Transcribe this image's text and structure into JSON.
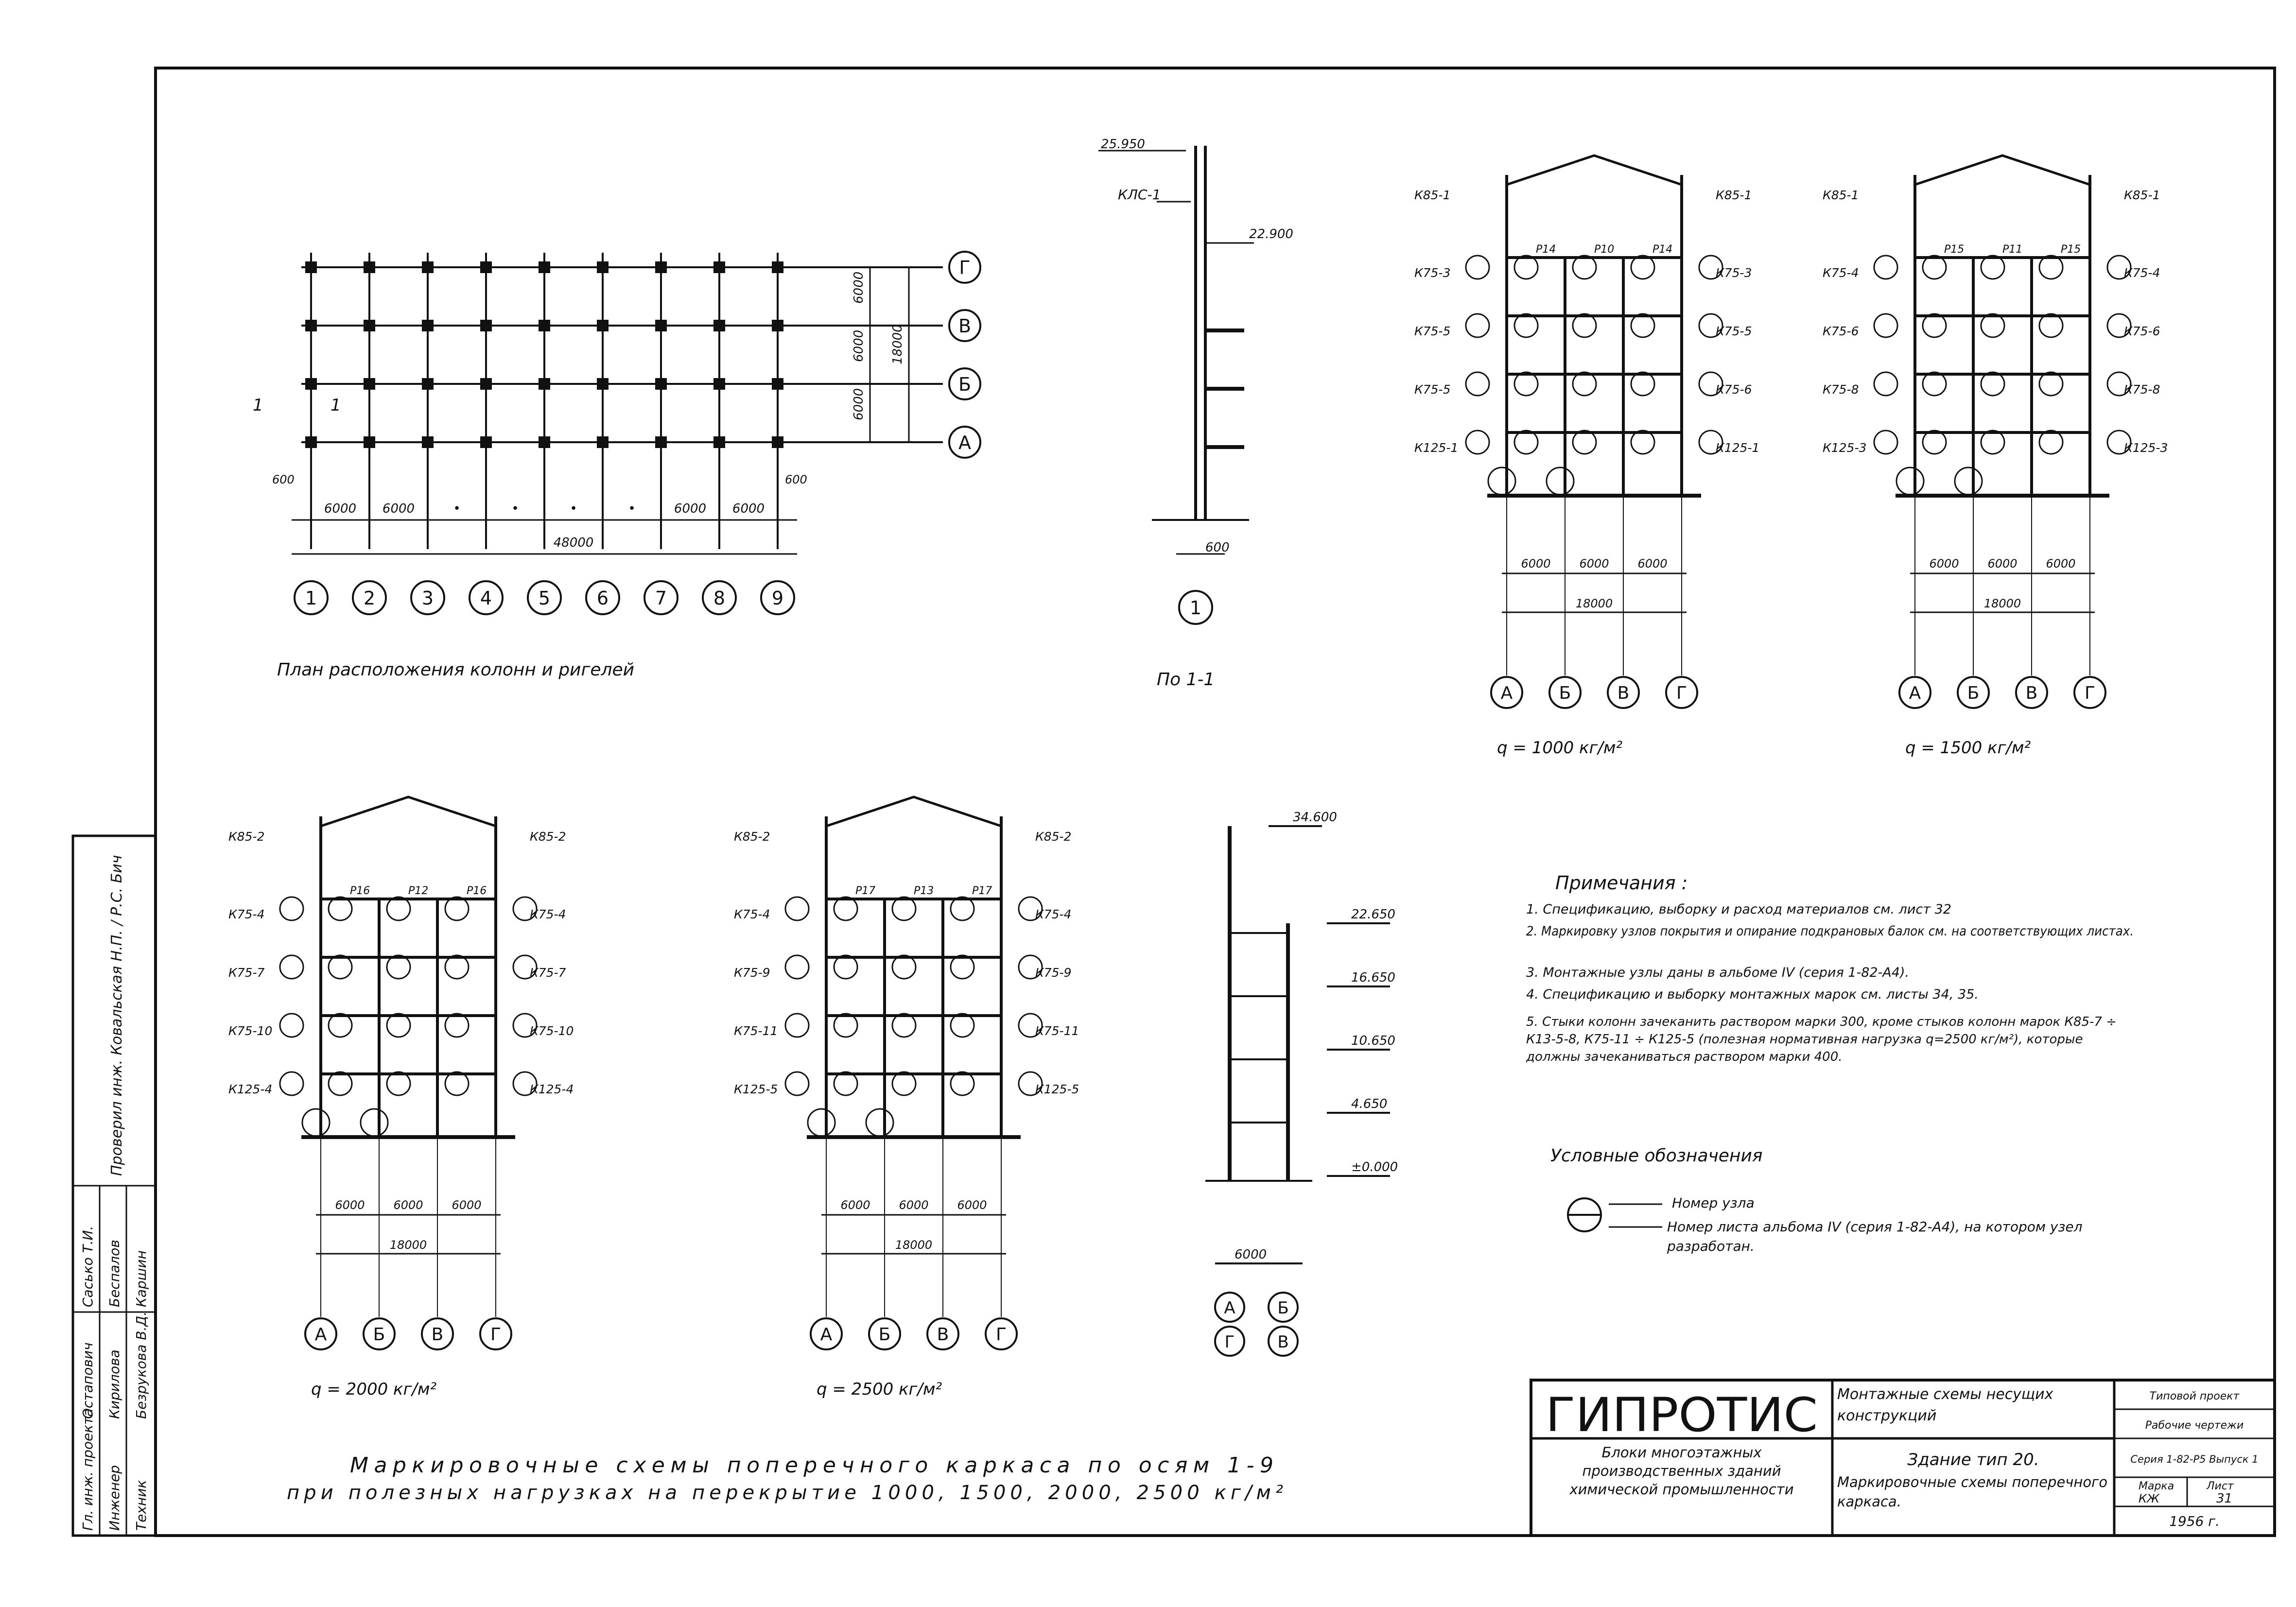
{
  "plan": {
    "title": "План расположения колонн и ригелей",
    "axes_letters": [
      "Г",
      "В",
      "Б",
      "А"
    ],
    "axes_numbers": [
      "1",
      "2",
      "3",
      "4",
      "5",
      "6",
      "7",
      "8",
      "9"
    ],
    "dims_bottom": [
      "6000",
      "6000",
      "•",
      "•",
      "•",
      "•",
      "6000",
      "6000"
    ],
    "total_length": "48000",
    "dims_right": [
      "6000",
      "6000",
      "6000"
    ],
    "total_width": "18000",
    "offset_left": "600",
    "offset_right": "600",
    "section_mark": "1"
  },
  "section11": {
    "title": "По 1-1",
    "column_label": "КЛС-1",
    "elev_top": "25.950",
    "elev_crane": "22.900",
    "dim_bottom": "600",
    "axis": "1"
  },
  "frames": [
    {
      "load": "q = 1000 кг/м²",
      "beams_top": [
        "Р14",
        "Р10",
        "Р14"
      ],
      "left_labels": [
        "К85-1",
        "К75-3",
        "К75-5",
        "К75-5",
        "К125-1"
      ],
      "right_labels": [
        "К85-1",
        "К75-3",
        "К75-5",
        "К75-6",
        "К125-1"
      ],
      "dims": [
        "6000",
        "6000",
        "6000"
      ],
      "total": "18000",
      "axes": [
        "А",
        "Б",
        "В",
        "Г"
      ]
    },
    {
      "load": "q = 1500 кг/м²",
      "beams_top": [
        "Р15",
        "Р11",
        "Р15"
      ],
      "left_labels": [
        "К85-1",
        "К75-4",
        "К75-6",
        "К75-8",
        "К125-3"
      ],
      "right_labels": [
        "К85-1",
        "К75-4",
        "К75-6",
        "К75-8",
        "К125-3"
      ],
      "dims": [
        "6000",
        "6000",
        "6000"
      ],
      "total": "18000",
      "axes": [
        "А",
        "Б",
        "В",
        "Г"
      ]
    },
    {
      "load": "q = 2000 кг/м²",
      "beams_top": [
        "Р16",
        "Р12",
        "Р16"
      ],
      "left_labels": [
        "К85-2",
        "К75-4",
        "К75-7",
        "К75-10",
        "К125-4"
      ],
      "right_labels": [
        "К85-2",
        "К75-4",
        "К75-7",
        "К75-10",
        "К125-4"
      ],
      "dims": [
        "6000",
        "6000",
        "6000"
      ],
      "total": "18000",
      "axes": [
        "А",
        "Б",
        "В",
        "Г"
      ]
    },
    {
      "load": "q = 2500 кг/м²",
      "beams_top": [
        "Р17",
        "Р13",
        "Р17"
      ],
      "left_labels": [
        "К85-2",
        "К75-4",
        "К75-9",
        "К75-11",
        "К125-5"
      ],
      "right_labels": [
        "К85-2",
        "К75-4",
        "К75-9",
        "К75-11",
        "К125-5"
      ],
      "dims": [
        "6000",
        "6000",
        "6000"
      ],
      "total": "18000",
      "axes": [
        "А",
        "Б",
        "В",
        "Г"
      ]
    }
  ],
  "side_section": {
    "elevations": [
      "34.600",
      "22.650",
      "16.650",
      "10.650",
      "4.650",
      "±0.000"
    ],
    "dim": "6000",
    "axes": [
      "А",
      "Б",
      "Г",
      "В"
    ]
  },
  "notes": {
    "title": "Примечания :",
    "items": [
      "1. Спецификацию, выборку и расход материалов см. лист 32",
      "2. Маркировку узлов покрытия и опирание подкрановых балок см. на соответствующих листах.",
      "3. Монтажные узлы даны в альбоме IV (серия 1-82-А4).",
      "4. Спецификацию и выборку монтажных марок см. листы 34, 35.",
      "5. Стыки колонн зачеканить раствором марки 300, кроме стыков колонн марок К85-7 ÷ К13-5-8, К75-11 ÷ К125-5 (полезная нормативная нагрузка q=2500 кг/м²), которые должны зачеканиваться раствором марки 400."
    ],
    "legend_title": "Условные обозначения",
    "legend_node": "Номер узла",
    "legend_sheet": "Номер листа альбома IV (серия 1-82-А4), на котором узел разработан."
  },
  "caption": {
    "line1": "Маркировочные схемы поперечного каркаса по осям 1-9",
    "line2": "при полезных нагрузках на перекрытие 1000, 1500, 2000, 2500 кг/м²"
  },
  "title_block": {
    "org": "ГИПРОТИС",
    "subject": "Монтажные схемы несущих конструкций",
    "project": "Блоки многоэтажных производственных зданий химической промышленности",
    "building": "Здание тип 20.",
    "sheet_title": "Маркировочные схемы поперечного каркаса.",
    "type": "Типовой проект",
    "stage": "Рабочие чертежи",
    "series": "Серия 1-82-Р5 Выпуск 1",
    "mark_label": "Марка",
    "mark": "КЖ",
    "sheet_label": "Лист",
    "sheet_no": "31",
    "year": "1956 г."
  },
  "side_stamp": {
    "rows": [
      [
        "Гл. инж. проекта",
        "Остапович",
        "Сасько Т.И."
      ],
      [
        "Инженер",
        "Кирилова",
        "Беспалов"
      ],
      [
        "Техник",
        "Безрукова В.Д.",
        "Каршин"
      ]
    ],
    "check": "Проверил инж. Ковальская Н.П. / Р.С. Бич"
  }
}
